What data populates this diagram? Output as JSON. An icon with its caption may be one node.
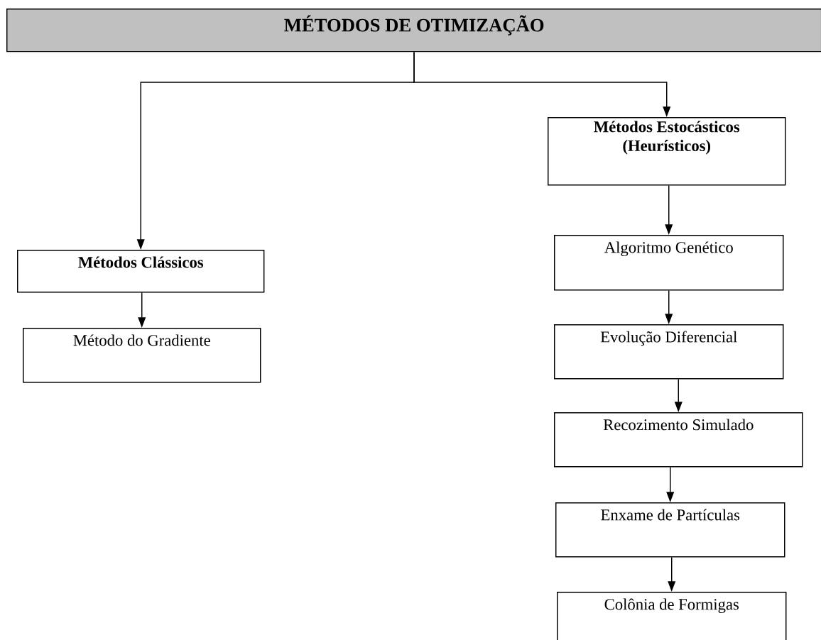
{
  "diagram": {
    "nodes": [
      {
        "text": [
          "MÉTODOS DE OTIMIZAÇÃO"
        ]
      },
      {
        "text": [
          "Métodos Estocásticos (Heurísticos)"
        ]
      },
      {
        "text": [
          "Métodos Clássicos"
        ]
      },
      {
        "text": [
          "Método do Gradiente"
        ]
      },
      {
        "text": [
          "Algoritmo Genético"
        ]
      },
      {
        "text": [
          "Evolução Diferencial"
        ]
      },
      {
        "text": [
          "Recozimento Simulado"
        ]
      },
      {
        "text": [
          "Enxame de Partículas"
        ]
      },
      {
        "text": [
          "Colônia de Formigas"
        ]
      }
    ],
    "edges": [
      {
        "from": 0,
        "to": 2,
        "arrow": "to"
      },
      {
        "from": 0,
        "to": 1,
        "arrow": "to"
      },
      {
        "from": 2,
        "to": 3,
        "arrow": "to"
      },
      {
        "from": 1,
        "to": 4,
        "arrow": "to"
      },
      {
        "from": 4,
        "to": 5,
        "arrow": "to"
      },
      {
        "from": 5,
        "to": 6,
        "arrow": "to"
      },
      {
        "from": 6,
        "to": 7,
        "arrow": "to"
      },
      {
        "from": 7,
        "to": 8,
        "arrow": "to"
      }
    ]
  }
}
